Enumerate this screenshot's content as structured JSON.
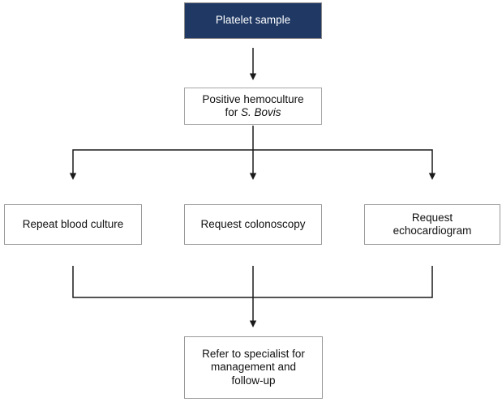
{
  "diagram": {
    "type": "flowchart",
    "nodes": {
      "platelet": {
        "label": "Platelet sample"
      },
      "hemoculture": {
        "line1": "Positive hemoculture",
        "line2_prefix": "for",
        "line2_italic": "S. Bovis"
      },
      "repeat_blood_culture": {
        "label": "Repeat blood culture"
      },
      "request_colonoscopy": {
        "label": "Request colonoscopy"
      },
      "request_echocardiogram": {
        "label": "Request echocardiogram"
      },
      "refer_specialist": {
        "label": "Refer to specialist for management and follow-up"
      }
    },
    "edges": [
      {
        "from": "platelet",
        "to": "hemoculture"
      },
      {
        "from": "hemoculture",
        "to": "repeat_blood_culture"
      },
      {
        "from": "hemoculture",
        "to": "request_colonoscopy"
      },
      {
        "from": "hemoculture",
        "to": "request_echocardiogram"
      },
      {
        "from": "repeat_blood_culture",
        "to": "refer_specialist"
      },
      {
        "from": "request_colonoscopy",
        "to": "refer_specialist"
      },
      {
        "from": "request_echocardiogram",
        "to": "refer_specialist"
      }
    ],
    "colors": {
      "node_fill_dark": "#1f3864",
      "node_text_dark": "#ffffff",
      "node_fill_light": "#ffffff",
      "node_border": "#999999",
      "arrow_color": "#1a1a1a",
      "text_color": "#111111",
      "background": "#ffffff"
    }
  }
}
